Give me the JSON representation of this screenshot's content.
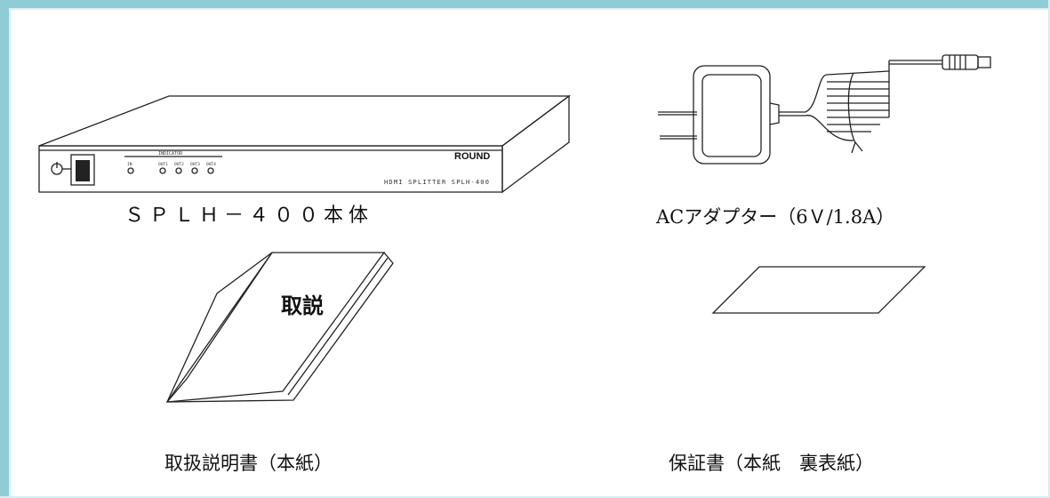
{
  "items": [
    {
      "caption": "ＳＰＬＨ－４００本体",
      "icon": "splitter-device-icon",
      "device_labels": {
        "brand": "ROUND",
        "indicator": "INDICATOR",
        "model": "HDMI SPLITTER SPLH-400",
        "leds": [
          "IN",
          "OUT1",
          "OUT2",
          "OUT3",
          "OUT4"
        ]
      }
    },
    {
      "caption": "ACアダプター（6Ｖ/1.8A）",
      "icon": "ac-adapter-icon"
    },
    {
      "caption": "取扱説明書（本紙）",
      "icon": "manual-booklet-icon",
      "cover_text": "取説"
    },
    {
      "caption": "保証書（本紙　裏表紙）",
      "icon": "warranty-card-icon"
    }
  ],
  "colors": {
    "frame": "#8fcdd6",
    "frame_inner": "#d7eef2",
    "line": "#222222"
  }
}
